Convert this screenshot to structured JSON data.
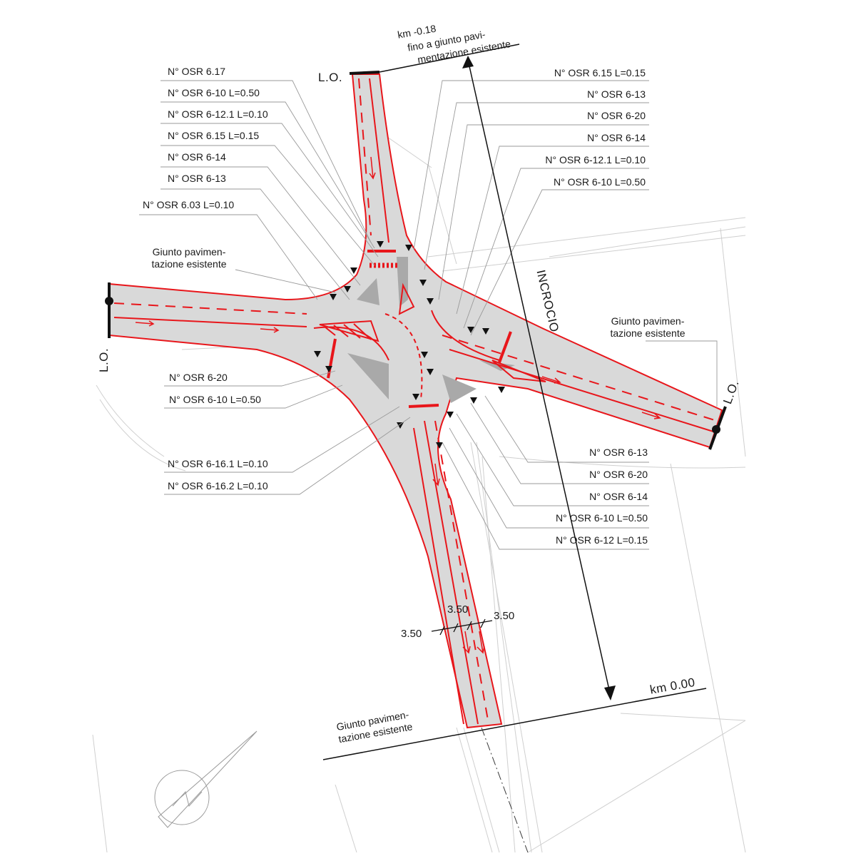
{
  "callouts_top_left": [
    "N° OSR 6.17",
    "N° OSR 6-10 L=0.50",
    "N° OSR 6-12.1 L=0.10",
    "N° OSR 6.15 L=0.15",
    "N° OSR 6-14",
    "N° OSR 6-13",
    "N° OSR 6.03 L=0.10"
  ],
  "callouts_top_right": [
    "N° OSR 6.15 L=0.15",
    "N° OSR 6-13",
    "N° OSR 6-20",
    "N° OSR 6-14",
    "N° OSR 6-12.1 L=0.10",
    "N° OSR 6-10 L=0.50"
  ],
  "callouts_mid_left": [
    "N° OSR 6-20",
    "N° OSR 6-10 L=0.50"
  ],
  "callouts_bottom_left": [
    "N° OSR 6-16.1 L=0.10",
    "N° OSR 6-16.2 L=0.10"
  ],
  "callouts_bottom_right": [
    "N° OSR 6-13",
    "N° OSR 6-20",
    "N° OSR 6-14",
    "N° OSR 6-10 L=0.50",
    "N° OSR 6-12 L=0.15"
  ],
  "limits": {
    "lo": "L.O.",
    "joint_left": [
      "Giunto pavimen-",
      "tazione esistente"
    ],
    "joint_right": [
      "Giunto pavimen-",
      "tazione esistente"
    ],
    "joint_bottom": [
      "Giunto pavimen-",
      "tazione esistente"
    ]
  },
  "chainage": {
    "start_km": "km -0.18",
    "start_note": [
      "fino a giunto pavi-",
      "mentazione esistente"
    ],
    "end_km": "km 0.00",
    "section_label": "INCROCIO"
  },
  "lane_widths": [
    "3.50",
    "3.50",
    "3.50"
  ],
  "colors": {
    "marking": "#e8161b",
    "pavement": "#d9d9d9",
    "island": "#a9a9a9",
    "linework": "#1a1a1a",
    "background_lines": "#c8c8c8"
  },
  "icons": [
    "north-arrow-icon",
    "priority-triangle-icon",
    "lane-arrow-icon"
  ]
}
